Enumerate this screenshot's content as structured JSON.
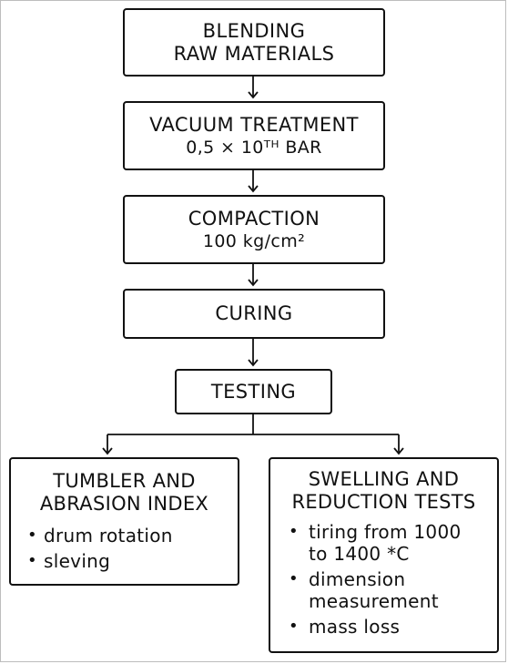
{
  "flow": {
    "step1": {
      "line1": "BLENDING",
      "line2": "RAW MATERIALS"
    },
    "step2": {
      "line1": "VACUUM TREATMENT",
      "line2": "0,5 × 10ᵀᴴ BAR"
    },
    "step3": {
      "line1": "COMPACTION",
      "line2": "100 kg/cm²"
    },
    "step4": {
      "line1": "CURING"
    },
    "step5": {
      "line1": "TESTING"
    }
  },
  "left_branch": {
    "title_line1": "TUMBLER AND",
    "title_line2": "ABRASION INDEX",
    "items": [
      "drum rotation",
      "sleving"
    ]
  },
  "right_branch": {
    "title_line1": "SWELLING AND",
    "title_line2": "REDUCTION TESTS",
    "items": [
      {
        "line1": "tiring from 1000",
        "line2": "to 1400 *C"
      },
      {
        "line1": "dimension",
        "line2": "measurement"
      },
      {
        "line1": "mass loss"
      }
    ]
  },
  "bullet": "•"
}
